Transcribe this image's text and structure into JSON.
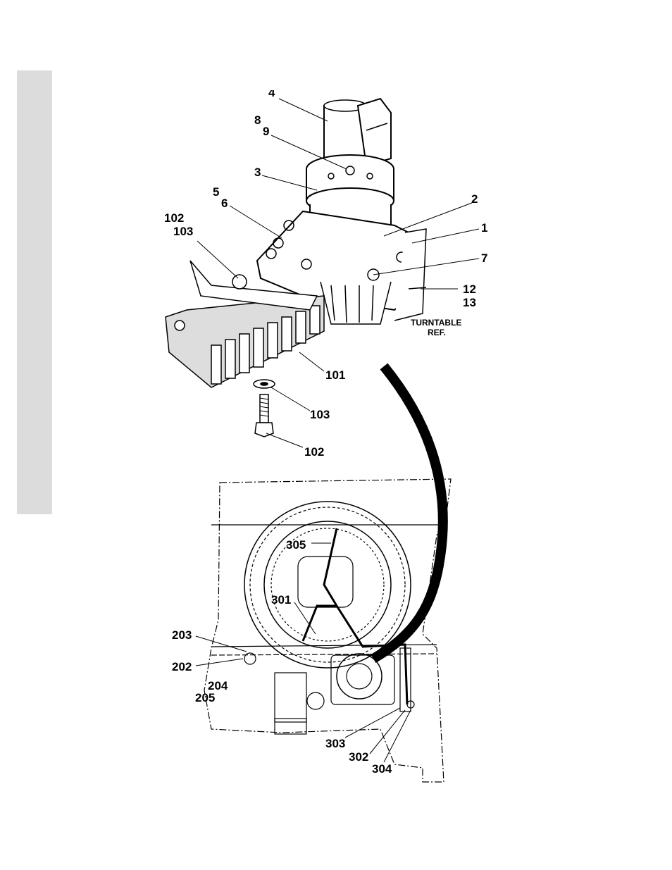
{
  "callouts": {
    "c4": "4",
    "c8": "8",
    "c9": "9",
    "c3": "3",
    "c5": "5",
    "c6": "6",
    "c2": "2",
    "c1": "1",
    "c7": "7",
    "c102a": "102",
    "c103a": "103",
    "c12": "12",
    "c13": "13",
    "turntable_ref_1": "TURNTABLE",
    "turntable_ref_2": "REF.",
    "c101": "101",
    "c103b": "103",
    "c102b": "102",
    "c305": "305",
    "c301": "301",
    "c203": "203",
    "c202": "202",
    "c204": "204",
    "c205": "205",
    "c303": "303",
    "c302": "302",
    "c304": "304"
  }
}
